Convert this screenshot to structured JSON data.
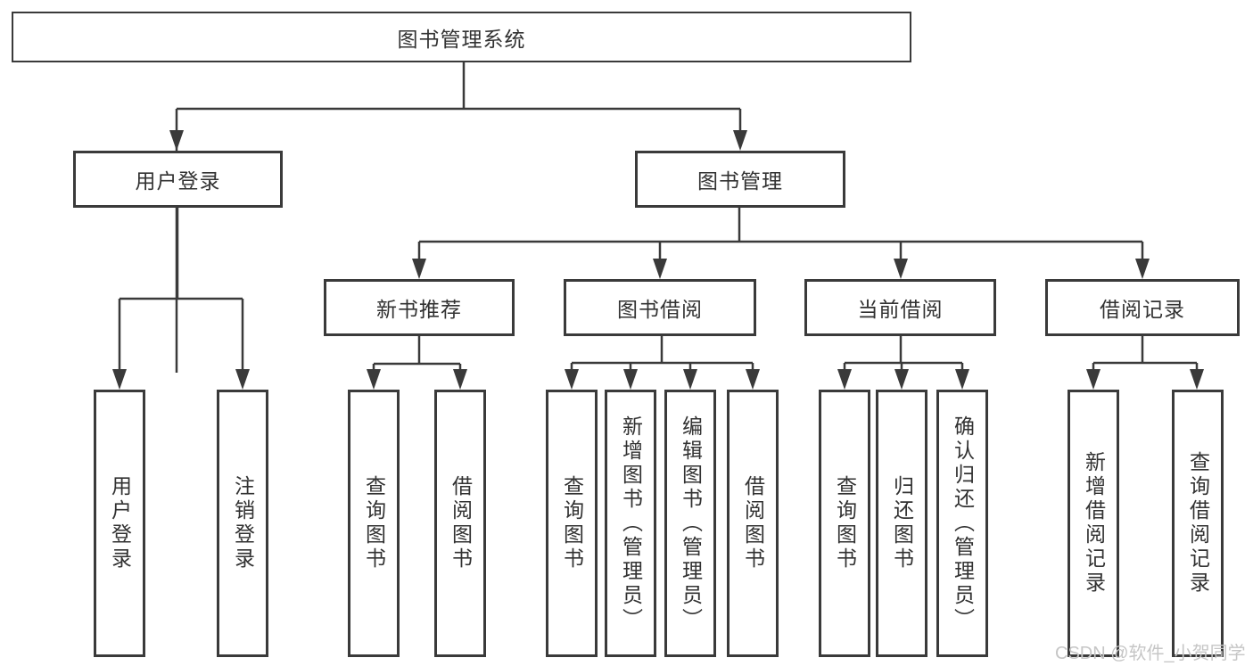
{
  "diagram_type": "hierarchy-tree",
  "tree": {
    "label": "图书管理系统",
    "children": [
      {
        "label": "用户登录",
        "children": [
          {
            "label": "用户登录"
          },
          {
            "label": "注销登录"
          }
        ]
      },
      {
        "label": "图书管理",
        "children": [
          {
            "label": "新书推荐",
            "children": [
              {
                "label": "查询图书"
              },
              {
                "label": "借阅图书"
              }
            ]
          },
          {
            "label": "图书借阅",
            "children": [
              {
                "label": "查询图书"
              },
              {
                "label": "新增图书（管理员）"
              },
              {
                "label": "编辑图书（管理员）"
              },
              {
                "label": "借阅图书"
              }
            ]
          },
          {
            "label": "当前借阅",
            "children": [
              {
                "label": "查询图书"
              },
              {
                "label": "归还图书"
              },
              {
                "label": "确认归还（管理员）"
              }
            ]
          },
          {
            "label": "借阅记录",
            "children": [
              {
                "label": "新增借阅记录"
              },
              {
                "label": "查询借阅记录"
              }
            ]
          }
        ]
      }
    ]
  },
  "watermark": {
    "text": "CSDN @软件_小贺同学"
  },
  "colors": {
    "line": "#3a3a3a",
    "box_border": "#3a3a3a",
    "text": "#323232",
    "watermark": "#c6c6c6",
    "background": "#ffffff"
  }
}
